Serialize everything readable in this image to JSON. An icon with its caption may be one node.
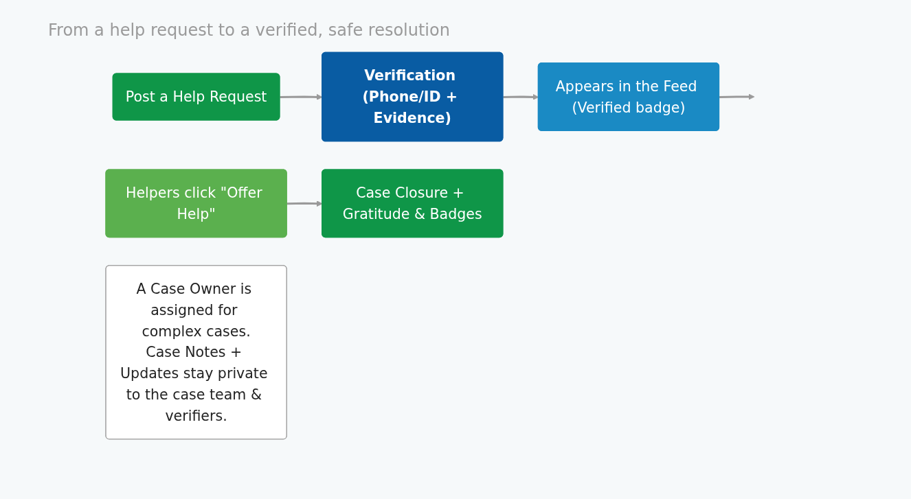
{
  "diagram": {
    "nodes": [
      {
        "text": [
          "Post a Help Request"
        ]
      },
      {
        "text": [
          "Verification (Phone/ID + Evidence)"
        ]
      },
      {
        "text": [
          "Appears in the Feed (Verified badge)"
        ]
      },
      {
        "text": [
          "Helpers click \"Offer Help\""
        ]
      },
      {
        "text": [
          "Case Closure + Gratitude & Badges"
        ]
      },
      {
        "text": [
          "A Case Owner is assigned for complex cases.",
          "Case Notes + Updates stay private to the case team & verifiers."
        ]
      }
    ],
    "edges": [
      {
        "from": 0,
        "to": 1,
        "arrow": "to"
      },
      {
        "from": 1,
        "to": 2,
        "arrow": "to"
      },
      {
        "from": 2,
        "to": null,
        "arrow": "to"
      },
      {
        "from": 3,
        "to": 4,
        "arrow": "to"
      }
    ],
    "labels": [
      "From a help request to a verified, safe resolution"
    ]
  }
}
